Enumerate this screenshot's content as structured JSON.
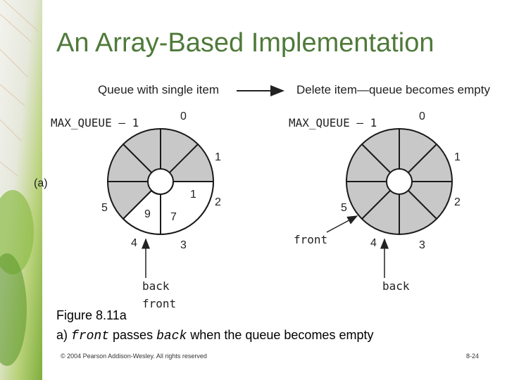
{
  "slide": {
    "title": "An Array-Based Implementation"
  },
  "figure": {
    "part_label": "(a)",
    "left_header": "Queue with single item",
    "right_header": "Delete item—queue becomes empty",
    "left_queue": {
      "max_label": "MAX_QUEUE – 1",
      "indices": [
        "0",
        "1",
        "2",
        "3",
        "4",
        "5"
      ],
      "items": [
        "1",
        "7",
        "9"
      ],
      "pointer_label_back": "back",
      "pointer_label_front": "front"
    },
    "right_queue": {
      "max_label": "MAX_QUEUE – 1",
      "indices": [
        "0",
        "1",
        "2",
        "3",
        "4",
        "5"
      ],
      "pointer_label_front": "front",
      "pointer_label_back": "back"
    }
  },
  "caption": {
    "line1": "Figure 8.11a",
    "line2_prefix": "a) ",
    "line2_code1": "front",
    "line2_mid": " passes ",
    "line2_code2": "back",
    "line2_suffix": " when the queue becomes empty"
  },
  "footer": {
    "copyright": "© 2004 Pearson Addison-Wesley. All rights reserved",
    "page": "8-24"
  },
  "colors": {
    "title": "#4f7a3a",
    "ring_fill": "#c8c8c8",
    "ring_stroke": "#1a1a1a"
  }
}
